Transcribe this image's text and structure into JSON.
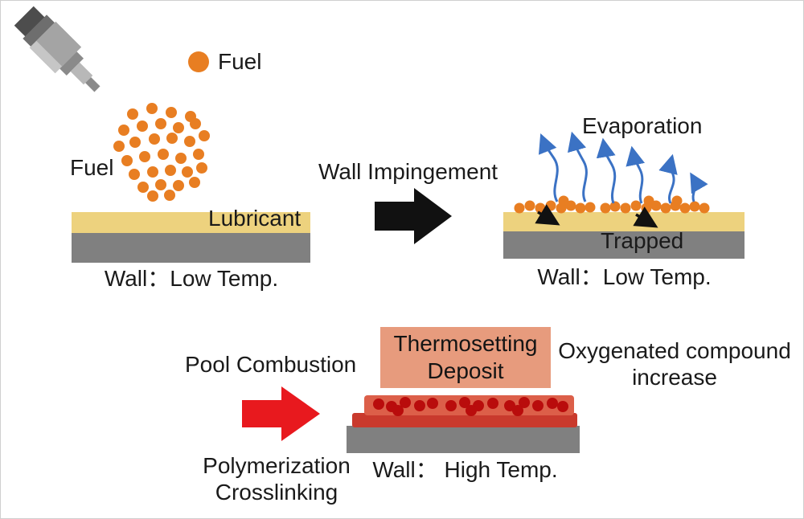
{
  "colors": {
    "fuel_orange": "#E87E22",
    "lubricant_yellow": "#EDD27E",
    "wall_gray": "#808080",
    "arrow_black": "#111111",
    "evaporation_blue": "#3B72C4",
    "arrow_red": "#E8191E",
    "deposit_box_fill": "#E79B7D",
    "deposit_top_layer": "#DC5F49",
    "deposit_dot_red": "#B90C0C",
    "deposit_bottom_layer": "#C93A2D"
  },
  "legend": {
    "fuel_label": "Fuel"
  },
  "panel_top_left": {
    "spray_label": "Fuel",
    "lubricant_label": "Lubricant",
    "caption": "Wall：Low Temp."
  },
  "transition_top": {
    "label": "Wall Impingement"
  },
  "panel_top_right": {
    "evaporation_label": "Evaporation",
    "trapped_label": "Trapped",
    "caption": "Wall：Low Temp."
  },
  "panel_bottom": {
    "pool_combustion_label": "Pool Combustion",
    "polymerization_label": "Polymerization",
    "crosslinking_label": "Crosslinking",
    "deposit_box_line1": "Thermosetting",
    "deposit_box_line2": "Deposit",
    "oxygenated_line1": "Oxygenated compound",
    "oxygenated_line2": "increase",
    "caption": "Wall： High Temp."
  }
}
